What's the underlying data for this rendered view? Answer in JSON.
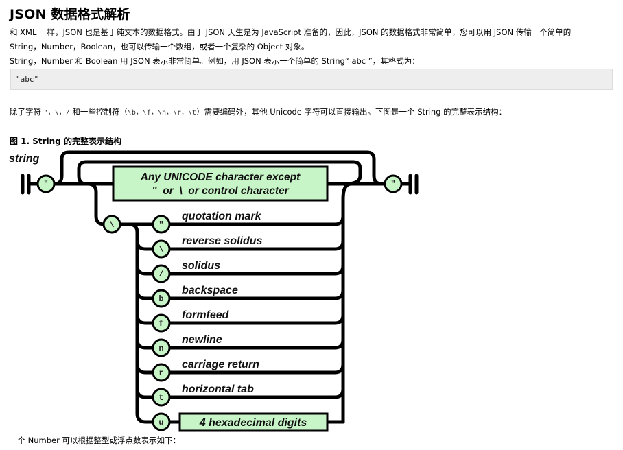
{
  "header": {
    "title": "JSON 数据格式解析"
  },
  "intro": {
    "line1": "和 XML 一样，JSON 也是基于纯文本的数据格式。由于 JSON 天生是为 JavaScript 准备的，因此，JSON 的数据格式非常简单，您可以用 JSON 传输一个简单的",
    "line2": "String，Number，Boolean，也可以传输一个数组，或者一个复杂的 Object 对象。",
    "line3": "String，Number 和 Boolean 用 JSON 表示非常简单。例如，用 JSON 表示一个简单的 String“ abc ”，其格式为："
  },
  "code_example": {
    "text": "\"abc\""
  },
  "escape_para": {
    "prefix": "除了字符 ",
    "chars": "\"，\\，/",
    "middle": " 和一些控制符（",
    "controls": "\\b，\\f，\\n，\\r，\\t",
    "suffix": "）需要编码外，其他 Unicode 字符可以直接输出。下图是一个 String 的完整表示结构："
  },
  "figure": {
    "caption": "图 1. String 的完整表示结构",
    "diagram_title": "string",
    "start_char": "\"",
    "end_char": "\"",
    "any_char_box": {
      "line1": "Any UNICODE character except",
      "line2": "\"  or  \\  or control character",
      "fill": "#c8f5c8"
    },
    "escape_char": "\\",
    "escapes": [
      {
        "char": "\"",
        "label": "quotation mark"
      },
      {
        "char": "\\",
        "label": "reverse solidus"
      },
      {
        "char": "/",
        "label": "solidus"
      },
      {
        "char": "b",
        "label": "backspace"
      },
      {
        "char": "f",
        "label": "formfeed"
      },
      {
        "char": "n",
        "label": "newline"
      },
      {
        "char": "r",
        "label": "carriage return"
      },
      {
        "char": "t",
        "label": "horizontal tab"
      },
      {
        "char": "u",
        "label": "4 hexadecimal digits"
      }
    ]
  },
  "number_para": {
    "text": "一个 Number 可以根据整型或浮点数表示如下："
  }
}
